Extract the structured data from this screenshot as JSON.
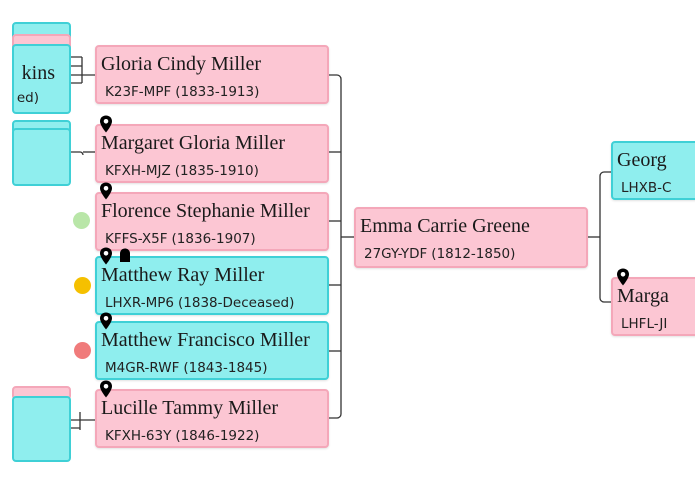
{
  "colors": {
    "female_fill": "#fcc6d3",
    "female_border": "#f4a7b9",
    "male_fill": "#8feeee",
    "male_border": "#3fd0d6",
    "line": "#333333",
    "dot_green": "#b9e6a8",
    "dot_yellow": "#f5c000",
    "dot_red": "#f07b7b"
  },
  "left_stubs": {
    "top_name_fragment": "kins",
    "top_sub_fragment": "ed)"
  },
  "children": [
    {
      "name": "Gloria Cindy Miller",
      "id": "K23F-MPF",
      "dates": "(1833-1913)",
      "icons": []
    },
    {
      "name": "Margaret Gloria Miller",
      "id": "KFXH-MJZ",
      "dates": "(1835-1910)",
      "icons": [
        "location-pin-icon"
      ]
    },
    {
      "name": "Florence Stephanie Miller",
      "id": "KFFS-X5F",
      "dates": "(1836-1907)",
      "icons": [
        "location-pin-icon"
      ],
      "dot": "dot_green"
    },
    {
      "name": "Matthew Ray Miller",
      "id": "LHXR-MP6",
      "dates": "(1838-Deceased)",
      "icons": [
        "location-pin-icon",
        "tombstone-icon"
      ],
      "dot": "dot_yellow"
    },
    {
      "name": "Matthew Francisco Miller",
      "id": "M4GR-RWF",
      "dates": "(1843-1845)",
      "icons": [
        "location-pin-icon"
      ],
      "dot": "dot_red"
    },
    {
      "name": "Lucille Tammy Miller",
      "id": "KFXH-63Y",
      "dates": "(1846-1922)",
      "icons": [
        "location-pin-icon"
      ]
    }
  ],
  "focus": {
    "name": "Emma Carrie Greene",
    "id": "27GY-YDF",
    "dates": "(1812-1850)"
  },
  "parents": [
    {
      "name": "Georg",
      "id": "LHXB-C",
      "dates": ""
    },
    {
      "name": "Marga",
      "id": "LHFL-JI",
      "dates": ""
    }
  ]
}
